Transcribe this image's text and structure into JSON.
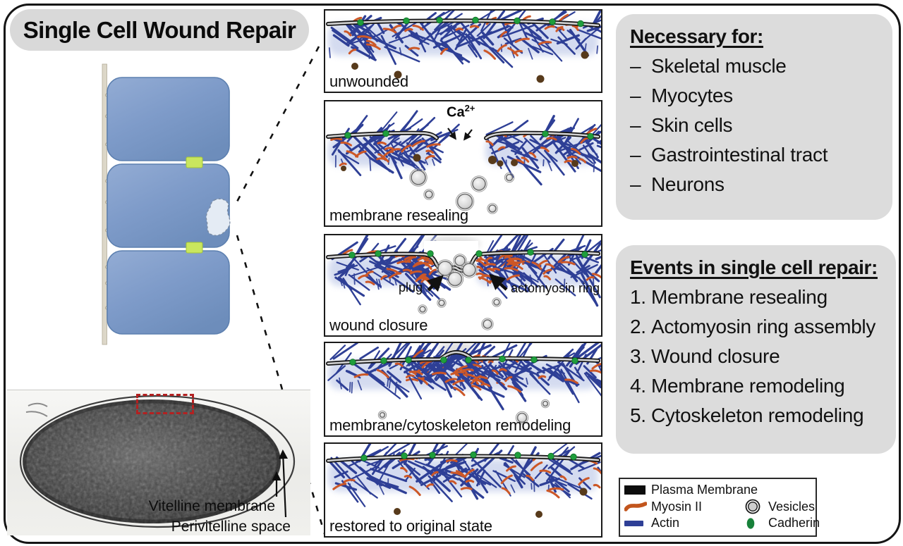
{
  "title": "Single Cell Wound Repair",
  "panels": [
    {
      "label": "unwounded"
    },
    {
      "label": "membrane resealing",
      "ca_label": "Ca",
      "ca_sup": "2+"
    },
    {
      "label": "wound closure",
      "plug_label": "plug",
      "ring_label": "actomyosin ring"
    },
    {
      "label": "membrane/cytoskeleton remodeling"
    },
    {
      "label": "restored to original state"
    }
  ],
  "necessary_for": {
    "heading": "Necessary for:",
    "items": [
      {
        "dash": "–",
        "text": "Skeletal muscle"
      },
      {
        "dash": "–",
        "text": "Myocytes"
      },
      {
        "dash": "–",
        "text": "Skin cells"
      },
      {
        "dash": "–",
        "text": "Gastrointestinal tract"
      },
      {
        "dash": "–",
        "text": "Neurons"
      }
    ]
  },
  "events": {
    "heading": "Events in single cell repair:",
    "items": [
      {
        "num": "1.",
        "text": "Membrane resealing"
      },
      {
        "num": "2.",
        "text": "Actomyosin ring assembly"
      },
      {
        "num": "3.",
        "text": "Wound closure"
      },
      {
        "num": "4.",
        "text": "Membrane remodeling"
      },
      {
        "num": "5.",
        "text": "Cytoskeleton remodeling"
      }
    ]
  },
  "embryo": {
    "region_label_1": "Vitelline membrane",
    "region_label_2": "Perivitelline space"
  },
  "legend": {
    "items": [
      {
        "icon": "plasma-membrane-icon",
        "label": "Plasma Membrane"
      },
      {
        "icon": "myosin-icon",
        "label": "Myosin II"
      },
      {
        "icon": "actin-icon",
        "label": "Actin"
      },
      {
        "icon": "vesicle-icon",
        "label": "Vesicles"
      },
      {
        "icon": "cadherin-icon",
        "label": "Cadherin"
      }
    ]
  },
  "colors": {
    "actin": "#2e3f96",
    "myosin": "#cc5727",
    "cadherin": "#1f9e3c",
    "vesicle_fill": "#d9d9d9",
    "plasma_membrane": "#141414",
    "cell_fill": "#7e9bc9",
    "junction_green": "#c9e65e",
    "wound_marker_red": "#b32121",
    "info_box_bg": "#dcdcdc"
  }
}
